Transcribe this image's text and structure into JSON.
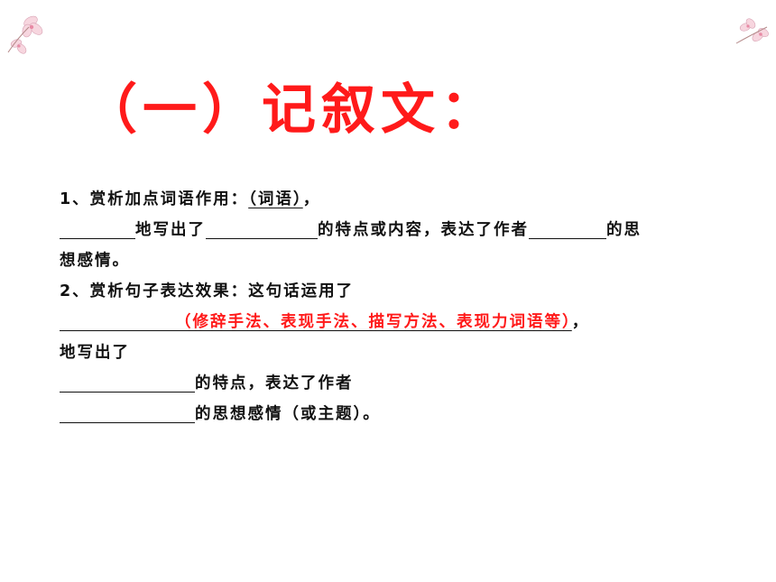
{
  "slide": {
    "title": "（一）记叙文：",
    "item1": {
      "prefix": "1、赏析加点词语作用：",
      "hint": "（词语）",
      "suffix": "，",
      "line2_a": "地写出了",
      "line2_b": "的特点或内容，表达了作者",
      "line2_c": "的思",
      "line3": "想感情。"
    },
    "item2": {
      "prefix": "2、赏析句子表达效果：这句话运用了",
      "hint": "（修辞手法、表现手法、描写方法、表现力词语等）",
      "suffix": "，",
      "line3": "地写出了",
      "line4": "的特点，表达了作者",
      "line5": "的思想感情（或主题）。"
    }
  },
  "colors": {
    "accent": "#ff1a1a",
    "text": "#111111"
  },
  "icons": [
    "flower-decoration-icon"
  ]
}
